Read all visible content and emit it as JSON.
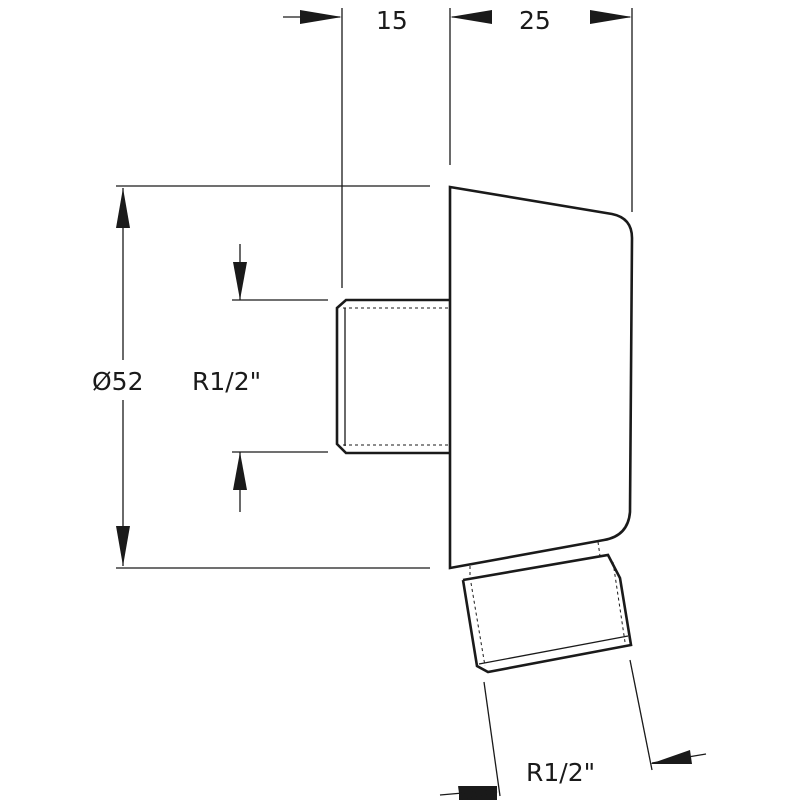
{
  "drawing": {
    "dimensions": {
      "thread_depth": "15",
      "body_depth": "25",
      "diameter": "Ø52",
      "rear_thread": "R1/2\"",
      "outlet_thread": "R1/2\""
    },
    "colors": {
      "line": "#1a1a1a",
      "background": "#ffffff"
    }
  }
}
